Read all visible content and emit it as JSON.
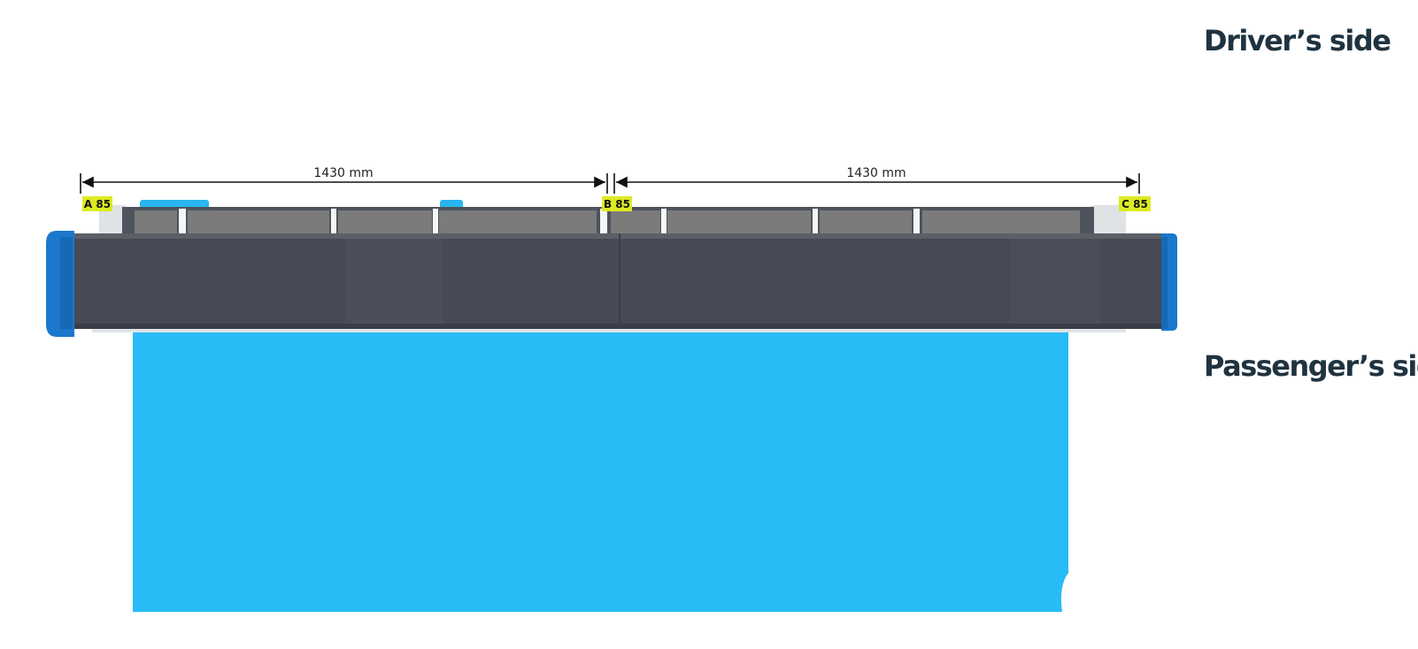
{
  "labels": {
    "driver_side": "Driver’s side",
    "passenger_side": "Passenger’s side"
  },
  "dimensions": [
    {
      "label": "1430 mm",
      "value_mm": 1430
    },
    {
      "label": "1430 mm",
      "value_mm": 1430
    }
  ],
  "markers": [
    {
      "id": "A",
      "value": "85",
      "text": "A 85"
    },
    {
      "id": "B",
      "value": "85",
      "text": "B 85"
    },
    {
      "id": "C",
      "value": "85",
      "text": "C 85"
    }
  ],
  "colors": {
    "rack_body": "#454a55",
    "rack_top": "#636870",
    "slats": "#7b7b7b",
    "end_caps": "#1b78cc",
    "vehicle_roof": "#29bbf5",
    "marker_bg": "#dceb22",
    "label_text": "#1f3340"
  }
}
